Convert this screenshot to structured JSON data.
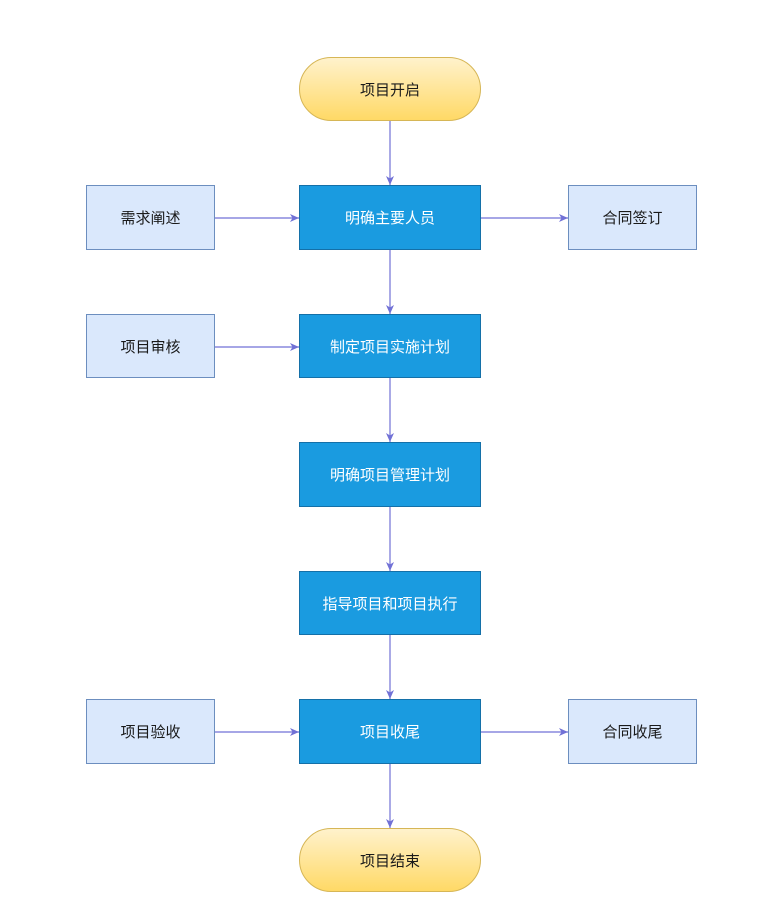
{
  "colors": {
    "terminal_fill_top": "#fff2cc",
    "terminal_fill_bottom": "#ffd966",
    "terminal_border": "#d6b656",
    "process_fill": "#1a9be0",
    "process_border": "#1470a8",
    "process_text": "#ffffff",
    "side_fill": "#dae8fc",
    "side_border": "#6c8ebf",
    "connector": "#7171d6"
  },
  "nodes": {
    "start": "项目开启",
    "identify_key_personnel": "明确主要人员",
    "requirements_explanation": "需求阐述",
    "contract_signing": "合同签订",
    "project_review": "项目审核",
    "implementation_plan": "制定项目实施计划",
    "management_plan": "明确项目管理计划",
    "guide_and_execute": "指导项目和项目执行",
    "project_acceptance": "项目验收",
    "project_closing": "项目收尾",
    "contract_closing": "合同收尾",
    "end": "项目结束"
  }
}
